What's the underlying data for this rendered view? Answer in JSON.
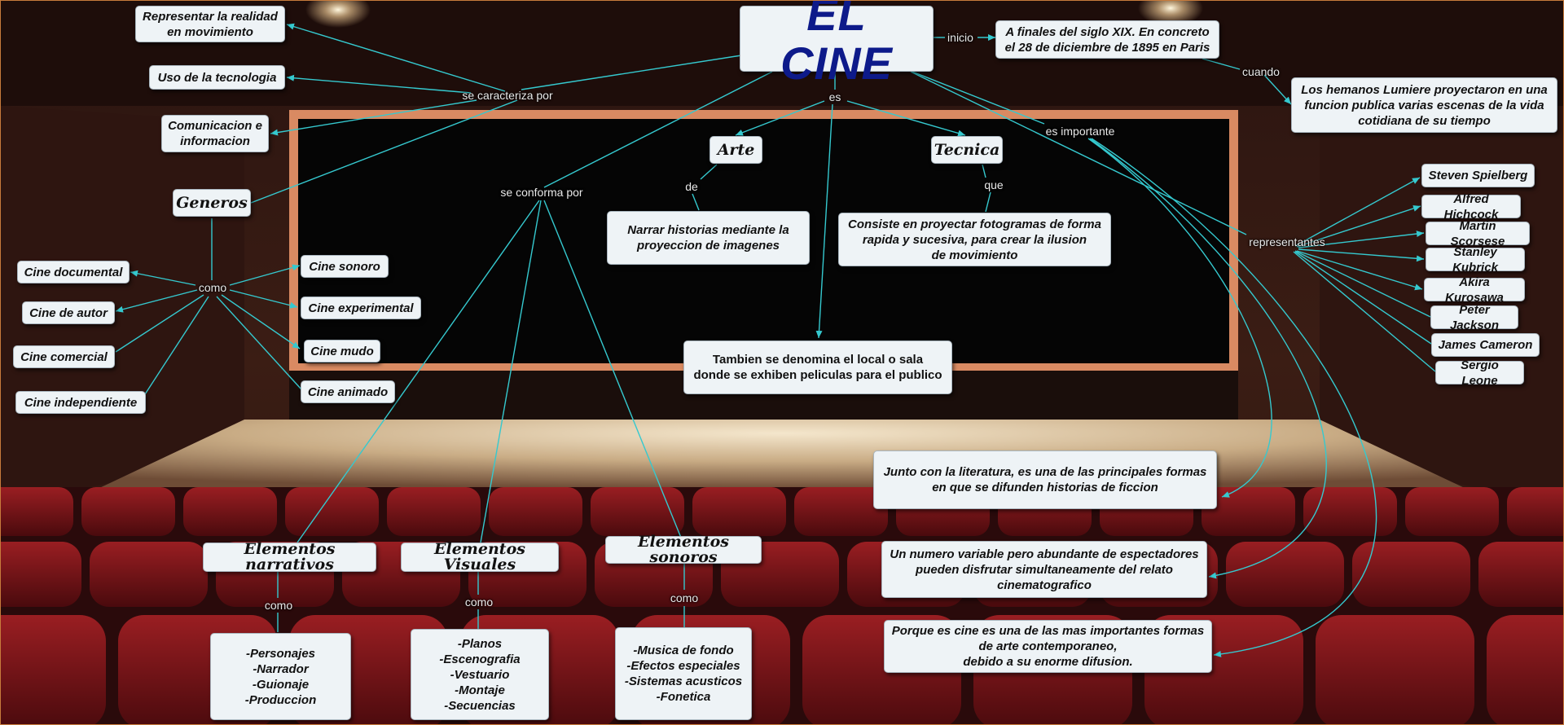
{
  "title": "EL CINE",
  "nodes": {
    "realidad": "Representar la realidad\nen movimiento",
    "tecnologia": "Uso de la tecnologia",
    "comunicacion": "Comunicacion e\ninformacion",
    "generos": "Generos",
    "documental": "Cine documental",
    "autor": "Cine de autor",
    "comercial": "Cine comercial",
    "independiente": "Cine independiente",
    "sonoro": "Cine sonoro",
    "experimental": "Cine experimental",
    "mudo": "Cine mudo",
    "animado": "Cine animado",
    "inicio_text": "A finales del siglo XIX. En concreto\nel 28 de diciembre de 1895 en Paris",
    "lumiere": "Los hemanos Lumiere proyectaron en una\nfuncion publica  varias escenas de la vida\ncotidiana de su tiempo",
    "arte": "Arte",
    "tecnica": "Tecnica",
    "narrar": "Narrar historias mediante la\nproyeccion de imagenes",
    "consiste": "Consiste en proyectar fotogramas de forma\nrapida y sucesiva, para crear la ilusion\nde movimiento",
    "local": "Tambien se denomina  el local o sala\ndonde  se exhiben peliculas para el publico",
    "spielberg": "Steven Spielberg",
    "hichcock": "Alfred Hichcock",
    "scorsese": "Martin Scorsese",
    "kubrick": "Stanley Kubrick",
    "kurosawa": "Akira Kurosawa",
    "jackson": "Peter Jackson",
    "cameron": "James Cameron",
    "leone": "Sergio Leone",
    "literatura": "Junto con la literatura, es una de las principales formas\nen que se difunden historias de ficcion",
    "espectadores": "Un numero variable pero abundante de espectadores\npueden disfrutar simultaneamente del relato\ncinematografico",
    "contemporaneo": "Porque es cine es una de las mas importantes formas\nde arte contemporaneo,\ndebido a su enorme difusion.",
    "narrativos": "Elementos narrativos",
    "visuales": "Elementos Visuales",
    "sonoros": "Elementos sonoros",
    "narrativos_list": "-Personajes\n-Narrador\n-Guionaje\n-Produccion",
    "visuales_list": "-Planos\n-Escenografia\n-Vestuario\n-Montaje\n-Secuencias",
    "sonoros_list": "-Musica de fondo\n-Efectos especiales\n-Sistemas acusticos\n-Fonetica"
  },
  "labels": {
    "caracteriza": "se caracteriza por",
    "inicio": "inicio",
    "cuando": "cuando",
    "es": "es",
    "importante": "es importante",
    "de": "de",
    "que": "que",
    "conforma": "se conforma por",
    "representantes": "representantes",
    "como_generos": "como",
    "como_narrativos": "como",
    "como_visuales": "como",
    "como_sonoros": "como"
  },
  "colors": {
    "link": "#35c9cf",
    "title_text": "#0d1a8a",
    "node_bg": "#eef3f6",
    "screen_frame": "#d98a62"
  }
}
